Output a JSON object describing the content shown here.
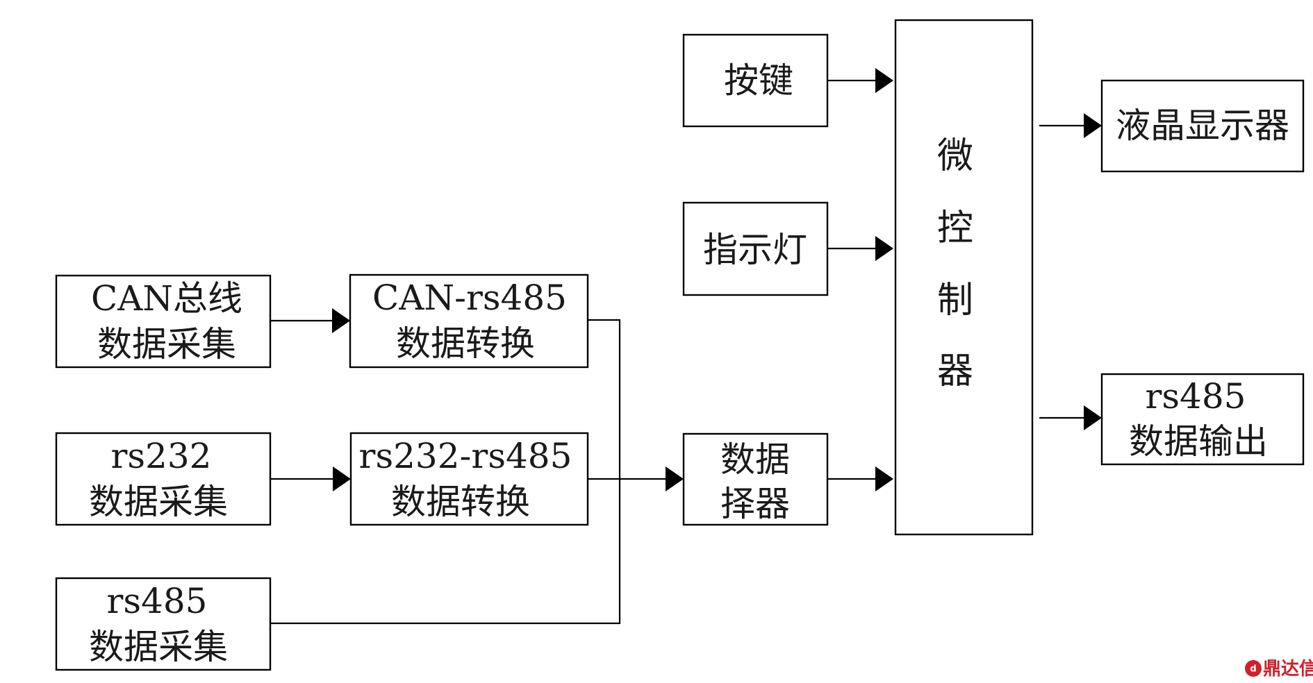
{
  "diagram": {
    "can_collect": {
      "line1": "CAN总线",
      "line2": "数据采集"
    },
    "can_convert": {
      "line1": "CAN-rs485",
      "line2": "数据转换"
    },
    "rs232_collect": {
      "line1": "rs232",
      "line2": "数据采集"
    },
    "rs232_convert": {
      "line1": "rs232-rs485",
      "line2": "数据转换"
    },
    "rs485_collect": {
      "line1": "rs485",
      "line2": "数据采集"
    },
    "selector": {
      "line1": "数据",
      "line2": "择器"
    },
    "keys": {
      "label": "按键"
    },
    "indicator": {
      "label": "指示灯"
    },
    "mcu": {
      "chars": [
        "微",
        "控",
        "制",
        "器"
      ]
    },
    "lcd": {
      "label": "液晶显示器"
    },
    "rs485_output": {
      "line1": "rs485",
      "line2": "数据输出"
    }
  },
  "watermark": {
    "text": "鼎达信"
  },
  "colors": {
    "stroke": "#000000",
    "text": "#1a1a1a",
    "watermark": "#d0202a"
  }
}
